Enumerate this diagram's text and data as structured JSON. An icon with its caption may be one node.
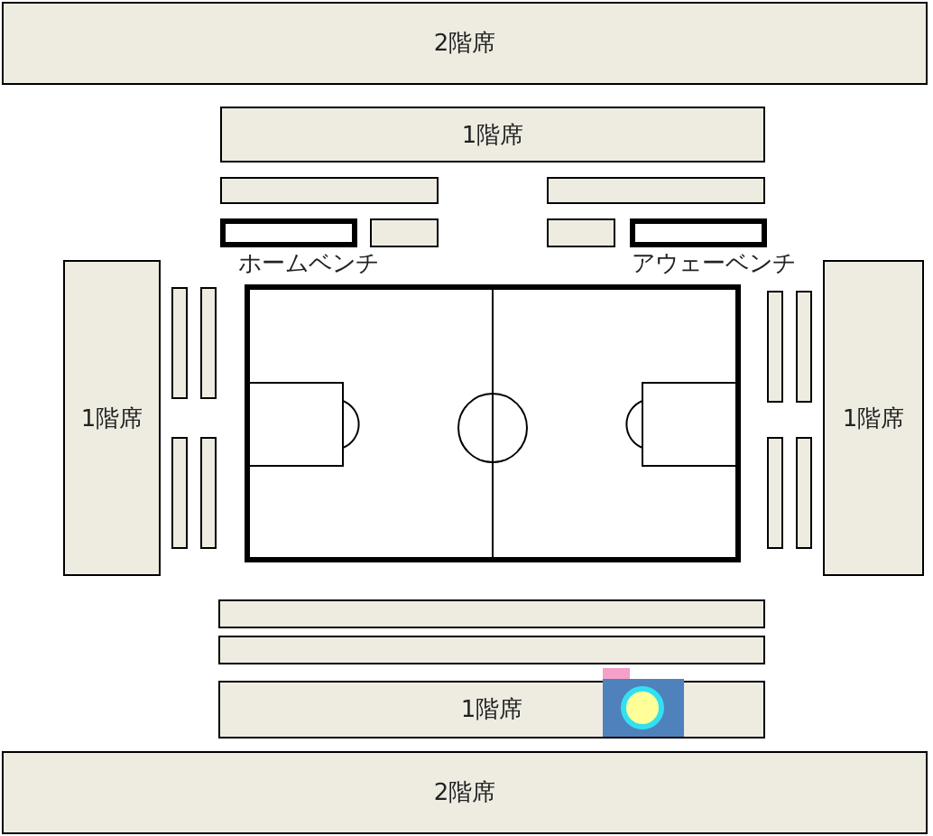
{
  "diagram": {
    "nodes": [
      {
        "text": [
          "2階席"
        ]
      },
      {
        "text": [
          "1階席"
        ]
      },
      {
        "text": [],
        "shape": "box"
      },
      {
        "text": [],
        "shape": "box"
      },
      {
        "text": [
          "ホームベンチ"
        ]
      },
      {
        "text": [],
        "shape": "box"
      },
      {
        "text": [],
        "shape": "box"
      },
      {
        "text": [
          "アウェーベンチ"
        ]
      },
      {
        "text": [
          "1階席"
        ]
      },
      {
        "text": [],
        "shape": "box"
      },
      {
        "text": [],
        "shape": "box"
      },
      {
        "text": [],
        "shape": "box"
      },
      {
        "text": [],
        "shape": "box"
      },
      {
        "text": [],
        "shape": "box"
      },
      {
        "text": [],
        "shape": "box"
      },
      {
        "text": [],
        "shape": "box"
      },
      {
        "text": [],
        "shape": "box"
      },
      {
        "text": [
          "1階席"
        ]
      },
      {
        "text": [],
        "shape": "box"
      },
      {
        "text": [],
        "shape": "box"
      },
      {
        "text": [
          "1階席"
        ]
      },
      {
        "text": [
          "2階席"
        ]
      }
    ],
    "edges": []
  }
}
